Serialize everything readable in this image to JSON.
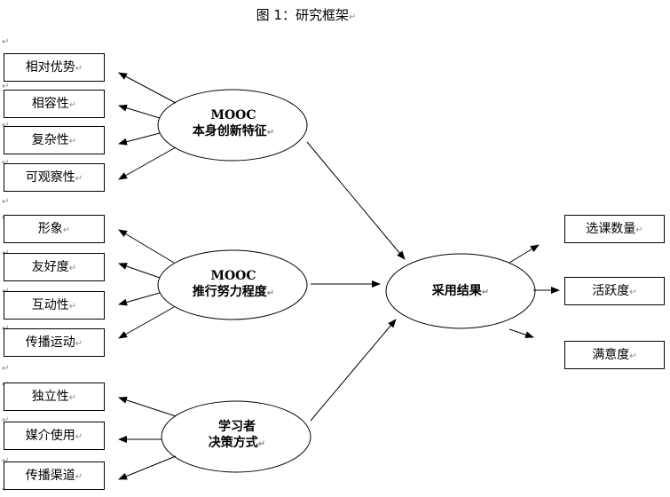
{
  "title": "图 1：研究框架",
  "para_mark": "↵",
  "left_boxes": {
    "innovation": [
      "相对优势",
      "相容性",
      "复杂性",
      "可观察性"
    ],
    "promotion": [
      "形象",
      "友好度",
      "互动性",
      "传播运动"
    ],
    "decision": [
      "独立性",
      "媒介使用",
      "传播渠道"
    ]
  },
  "ellipses": {
    "innovation": {
      "line1": "MOOC",
      "line2": "本身创新特征"
    },
    "promotion": {
      "line1": "MOOC",
      "line2": "推行努力程度"
    },
    "decision": {
      "line1": "学习者",
      "line2": "决策方式"
    },
    "result": {
      "line1": "采用结果"
    }
  },
  "right_boxes": [
    "选课数量",
    "活跃度",
    "满意度"
  ]
}
